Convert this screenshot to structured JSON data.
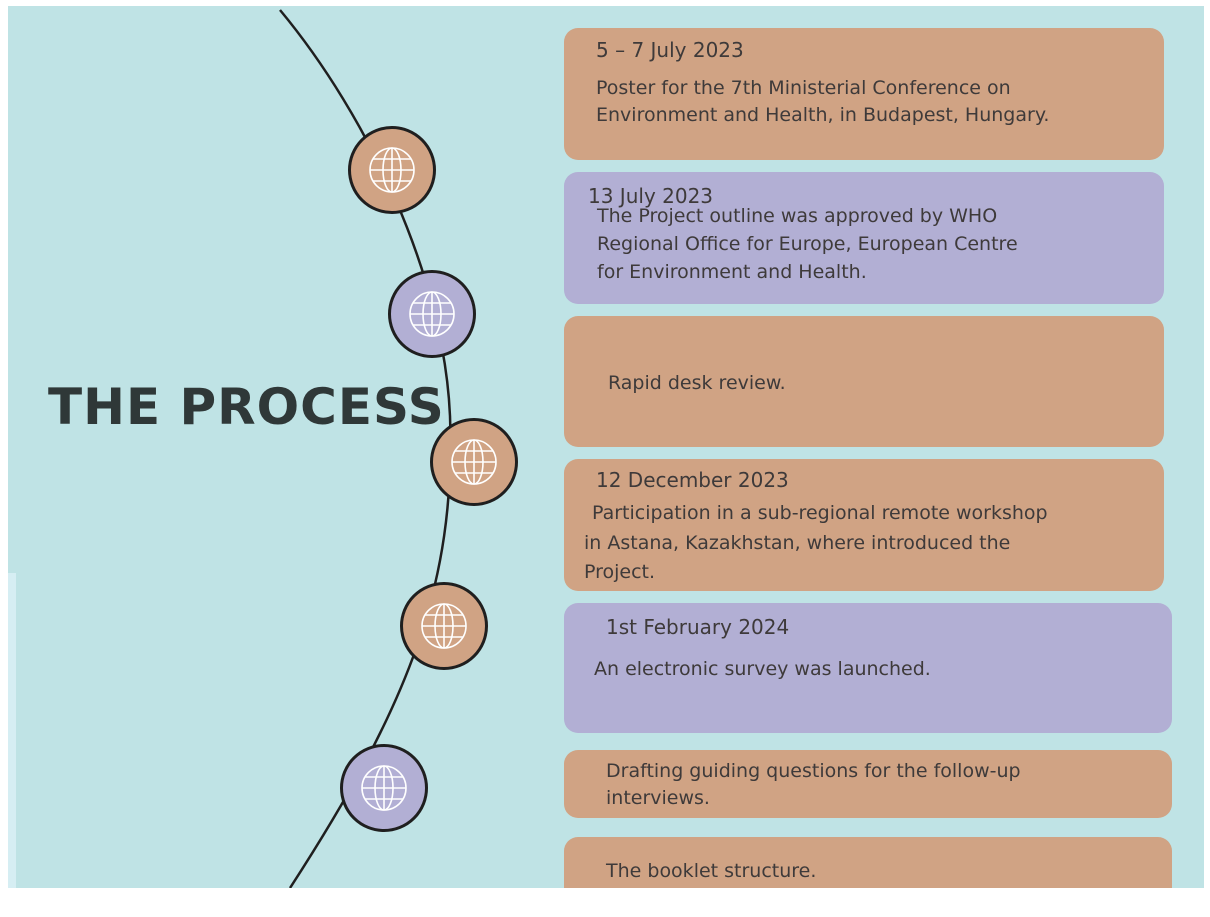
{
  "title": "THE PROCESS",
  "colors": {
    "background": "#bfe3e5",
    "orange": "#d0a384",
    "purple": "#b2afd4",
    "line": "#1f1f1f",
    "title_text": "#2f3838"
  },
  "icons": [
    "globe-icon"
  ],
  "events": [
    {
      "date": "5 – 7 July 2023",
      "lines": [
        "Poster for the 7th Ministerial Conference on",
        "Environment and Health, in Budapest, Hungary."
      ]
    },
    {
      "date": "13 July 2023",
      "lines": [
        "The Project outline was approved by WHO",
        "Regional Office for Europe, European Centre",
        "for Environment and Health."
      ]
    },
    {
      "date": "",
      "lines": [
        "Rapid desk review."
      ]
    },
    {
      "date": "12 December 2023",
      "lines": [
        "Participation in a sub-regional remote workshop",
        "in Astana, Kazakhstan, where introduced the",
        "Project."
      ]
    },
    {
      "date": "1st February 2024",
      "lines": [
        "An electronic survey was launched."
      ]
    },
    {
      "date": "",
      "lines": [
        "Drafting guiding questions for the follow-up",
        "interviews."
      ]
    },
    {
      "date": "",
      "lines": [
        "The booklet structure."
      ]
    }
  ]
}
